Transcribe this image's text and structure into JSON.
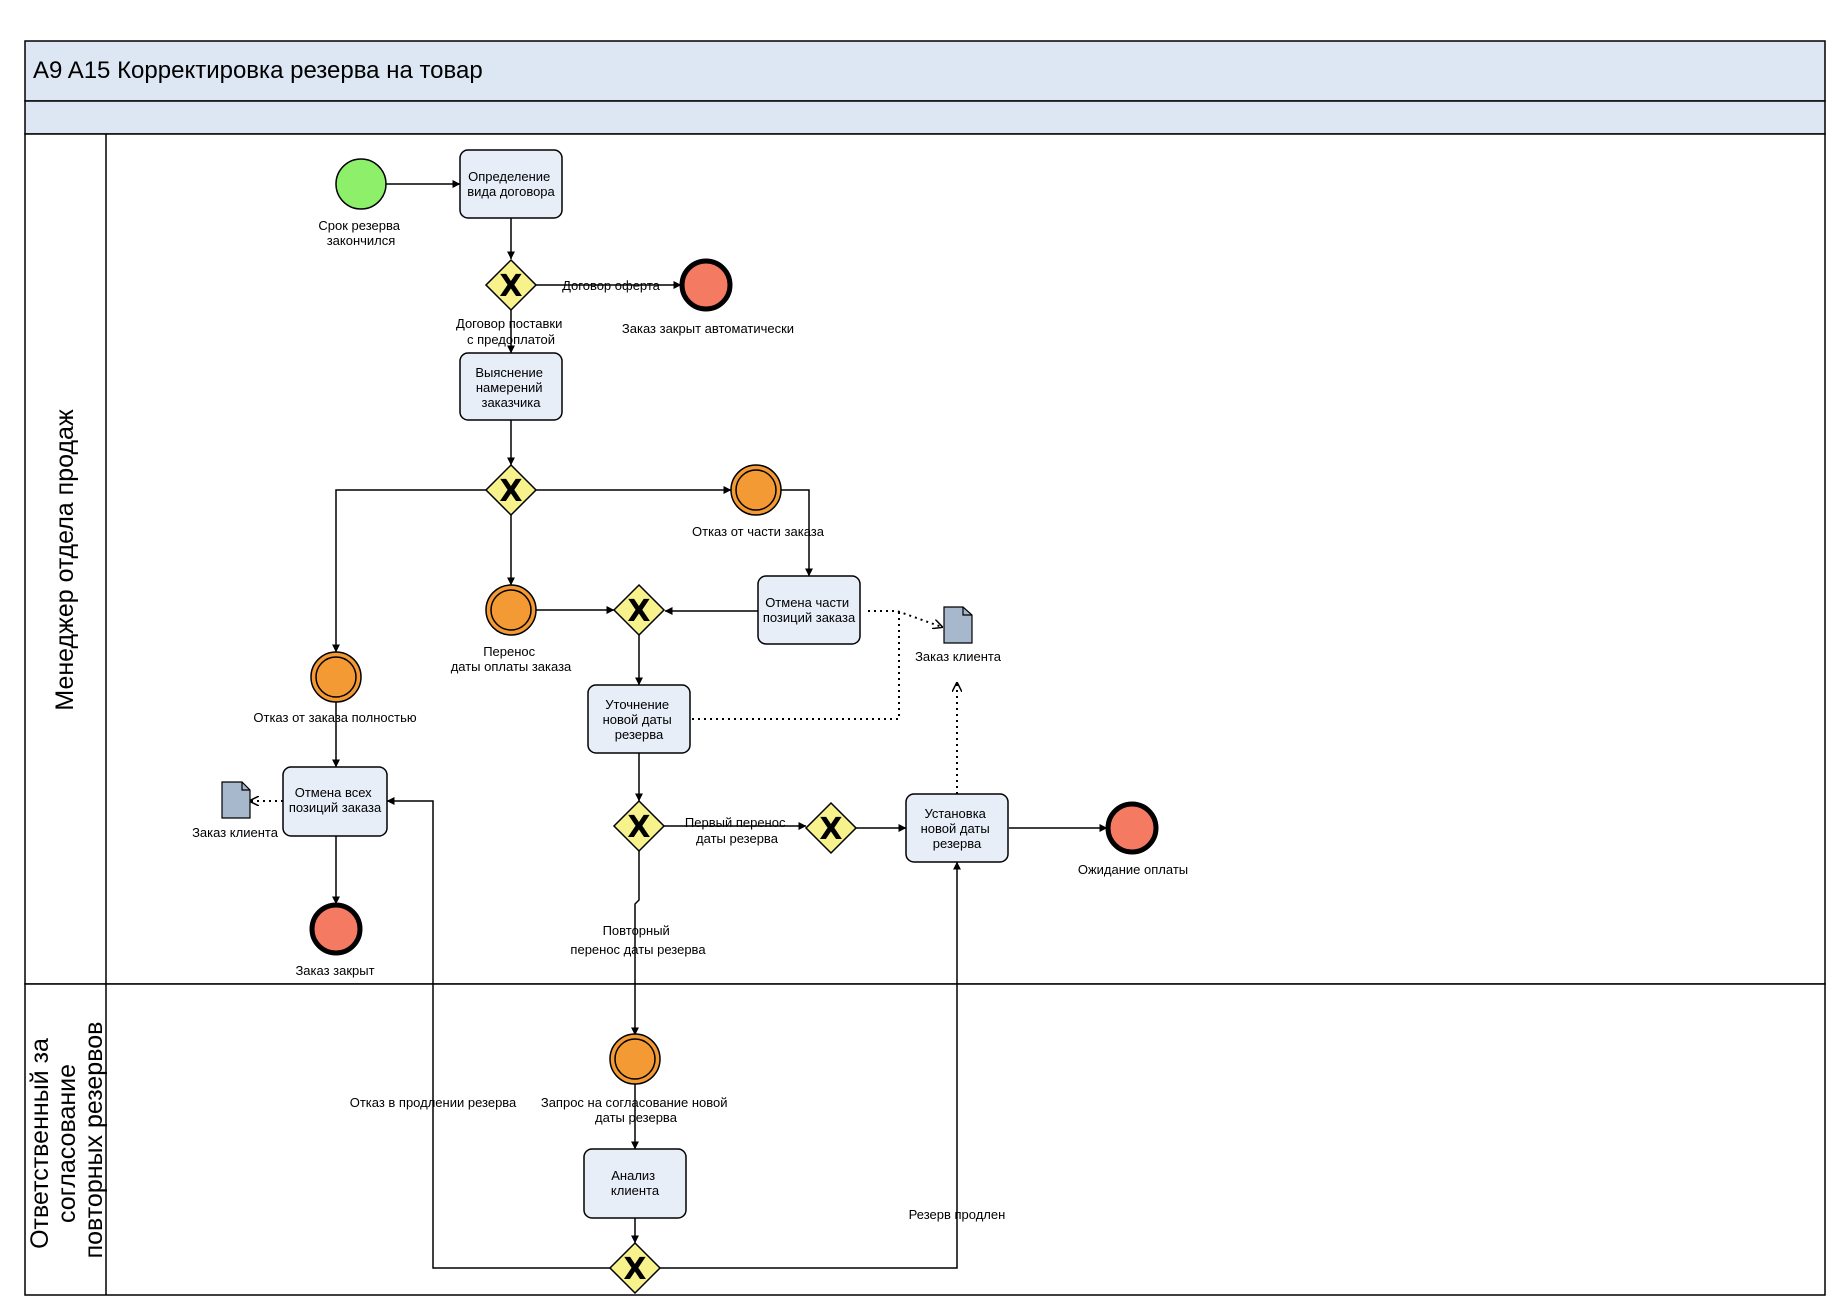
{
  "pool": {
    "title": "A9 A15 Корректировка резерва на товар",
    "lanes": [
      {
        "id": "sales",
        "label": "Менеджер отдела продаж"
      },
      {
        "id": "approver",
        "label_lines": [
          "Ответственный за",
          "согласование",
          "повторных резервов"
        ]
      }
    ]
  },
  "tasks": {
    "t1": [
      "Определение",
      "вида договора"
    ],
    "t2": [
      "Выяснение",
      "намерений",
      "заказчика"
    ],
    "t3": [
      "Отмена части",
      "позиций заказа"
    ],
    "t4": [
      "Уточнение",
      "новой даты",
      "резерва"
    ],
    "t5": [
      "Отмена всех",
      "позиций заказа"
    ],
    "t6": [
      "Установка",
      "новой даты",
      "резерва"
    ],
    "t7": [
      "Анализ",
      "клиента"
    ]
  },
  "events": {
    "start": [
      "Срок резерва",
      "закончился"
    ],
    "end_auto": [
      "Заказ закрыт автоматически"
    ],
    "int_part": [
      "Отказ от части заказа"
    ],
    "int_date": [
      "Перенос",
      "даты оплаты заказа"
    ],
    "int_full": [
      "Отказ от заказа полностью"
    ],
    "end_closed": [
      "Заказ закрыт"
    ],
    "end_wait": [
      "Ожидание оплаты"
    ],
    "int_request": [
      "Запрос на согласование новой",
      "даты резерва"
    ]
  },
  "documents": {
    "doc1": "Заказ клиента",
    "doc2": "Заказ клиента"
  },
  "flows": {
    "offer": "Договор оферта",
    "prepay": [
      "Договор поставки",
      "с предоплатой"
    ],
    "first": [
      "Первый перенос",
      "даты резерва"
    ],
    "repeat": [
      "Повторный",
      "перенос даты резерва"
    ],
    "refuse": "Отказ в продлении резерва",
    "extended": "Резерв продлен"
  },
  "gateway_marker": "X",
  "colors": {
    "start_fill": "#8ef06a",
    "end_fill": "#f47a62",
    "intermediate_fill": "#f39a35",
    "task_fill": "#e7eef8",
    "gateway_fill": "#f8f28c",
    "pool_header_fill": "#dce7f3",
    "doc_fill": "#a7b7cc"
  }
}
